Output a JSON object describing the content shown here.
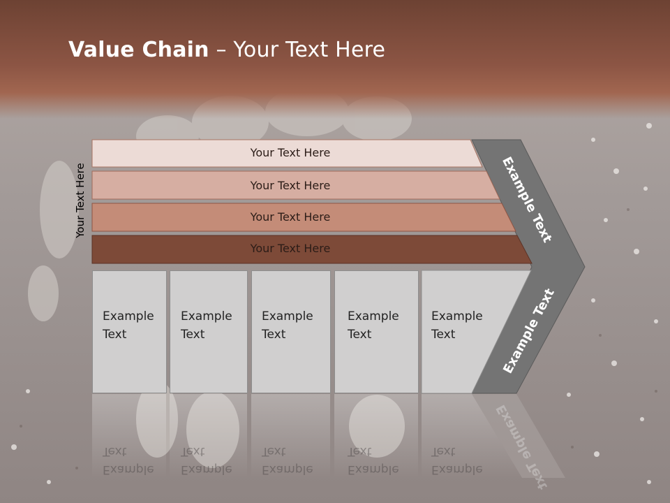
{
  "title": {
    "bold": "Value Chain",
    "rest": " – Your Text Here"
  },
  "side_label": "Your Text Here",
  "bars": [
    {
      "label": "Your Text Here"
    },
    {
      "label": "Your Text Here"
    },
    {
      "label": "Your Text Here"
    },
    {
      "label": "Your Text Here"
    }
  ],
  "boxes": [
    {
      "line1": "Example",
      "line2": "Text"
    },
    {
      "line1": "Example",
      "line2": "Text"
    },
    {
      "line1": "Example",
      "line2": "Text"
    },
    {
      "line1": "Example",
      "line2": "Text"
    },
    {
      "line1": "Example",
      "line2": "Text"
    }
  ],
  "chevron": {
    "upper_text": "Example Text",
    "lower_text": "Example Text"
  },
  "colors": {
    "header": "#7a4a3a",
    "bar1": "#ecdbd6",
    "bar2": "#d6aea2",
    "bar3": "#c48c78",
    "bar4": "#7d4a38",
    "chevron": "#747474"
  }
}
